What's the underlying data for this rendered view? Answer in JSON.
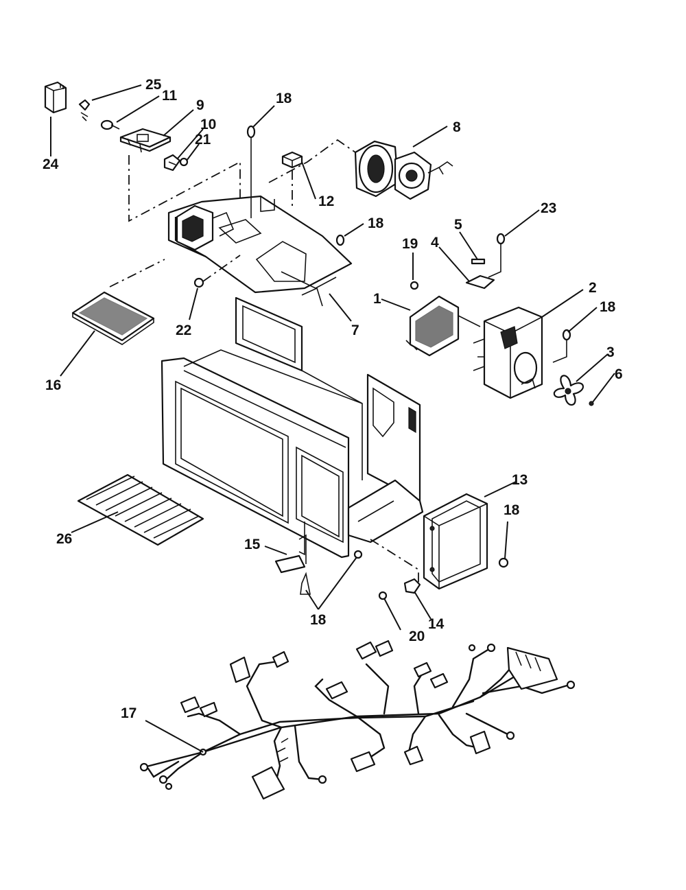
{
  "callouts": [
    {
      "id": "c25",
      "text": "25"
    },
    {
      "id": "c11",
      "text": "11"
    },
    {
      "id": "c9",
      "text": "9"
    },
    {
      "id": "c10",
      "text": "10"
    },
    {
      "id": "c21",
      "text": "21"
    },
    {
      "id": "c24",
      "text": "24"
    },
    {
      "id": "c18a",
      "text": "18"
    },
    {
      "id": "c8",
      "text": "8"
    },
    {
      "id": "c12",
      "text": "12"
    },
    {
      "id": "c18b",
      "text": "18"
    },
    {
      "id": "c5",
      "text": "5"
    },
    {
      "id": "c23",
      "text": "23"
    },
    {
      "id": "c19",
      "text": "19"
    },
    {
      "id": "c4",
      "text": "4"
    },
    {
      "id": "c1",
      "text": "1"
    },
    {
      "id": "c2",
      "text": "2"
    },
    {
      "id": "c18c",
      "text": "18"
    },
    {
      "id": "c3",
      "text": "3"
    },
    {
      "id": "c6",
      "text": "6"
    },
    {
      "id": "c22",
      "text": "22"
    },
    {
      "id": "c7",
      "text": "7"
    },
    {
      "id": "c16",
      "text": "16"
    },
    {
      "id": "c13",
      "text": "13"
    },
    {
      "id": "c18d",
      "text": "18"
    },
    {
      "id": "c26",
      "text": "26"
    },
    {
      "id": "c15",
      "text": "15"
    },
    {
      "id": "c18e",
      "text": "18"
    },
    {
      "id": "c20",
      "text": "20"
    },
    {
      "id": "c14",
      "text": "14"
    },
    {
      "id": "c17",
      "text": "17"
    }
  ]
}
